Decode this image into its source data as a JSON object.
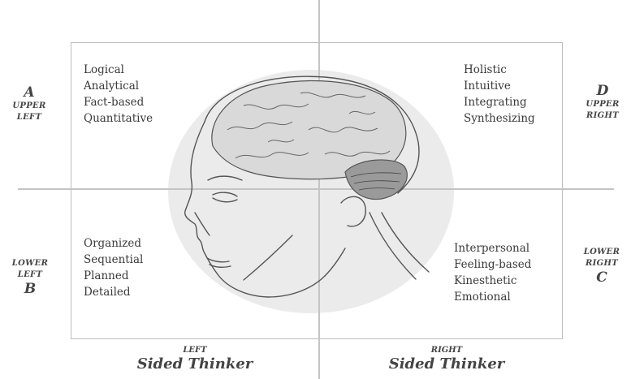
{
  "quadrants": {
    "upper_left": {
      "letter": "A",
      "label_1": "UPPER",
      "label_2": "LEFT",
      "traits": [
        "Logical",
        "Analytical",
        "Fact-based",
        "Quantitative"
      ]
    },
    "upper_right": {
      "letter": "D",
      "label_1": "UPPER",
      "label_2": "RIGHT",
      "traits": [
        "Holistic",
        "Intuitive",
        "Integrating",
        "Synthesizing"
      ]
    },
    "lower_left": {
      "letter": "B",
      "label_1": "LOWER",
      "label_2": "LEFT",
      "traits": [
        "Organized",
        "Sequential",
        "Planned",
        "Detailed"
      ]
    },
    "lower_right": {
      "letter": "C",
      "label_1": "LOWER",
      "label_2": "RIGHT",
      "traits": [
        "Interpersonal",
        "Feeling-based",
        "Kinesthetic",
        "Emotional"
      ]
    }
  },
  "bottom": {
    "left_small": "LEFT",
    "left_big": "Sided Thinker",
    "right_small": "RIGHT",
    "right_big": "Sided Thinker"
  },
  "colors": {
    "lines": "#c4c4c4",
    "circle": "#ebebeb",
    "text": "#3a3a3a"
  }
}
